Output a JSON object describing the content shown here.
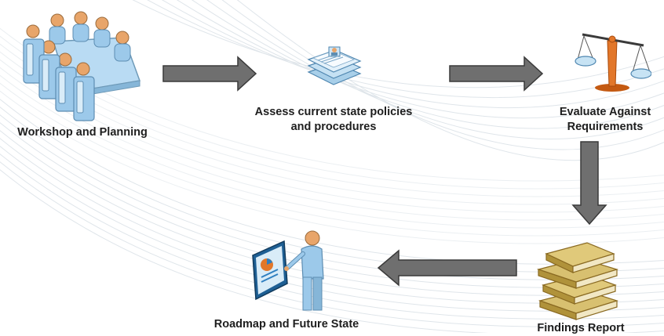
{
  "steps": [
    {
      "label": "Workshop and Planning",
      "icon": "meeting-table-icon"
    },
    {
      "label_line1": "Assess current state policies",
      "label_line2": "and procedures",
      "icon": "policy-documents-icon"
    },
    {
      "label_line1": "Evaluate Against",
      "label_line2": "Requirements",
      "icon": "scales-icon"
    },
    {
      "label": "Findings Report",
      "icon": "books-stack-icon"
    },
    {
      "label": "Roadmap and Future State",
      "icon": "presenter-board-icon"
    }
  ],
  "colors": {
    "arrow_fill": "#6f6f6f",
    "arrow_stroke": "#3a3a3a",
    "person_skin": "#e8a56a",
    "chair_blue": "#9cc9ea",
    "table_blue": "#b9dbf3",
    "book_gold": "#d8c070",
    "scale_orange": "#e2772a"
  }
}
